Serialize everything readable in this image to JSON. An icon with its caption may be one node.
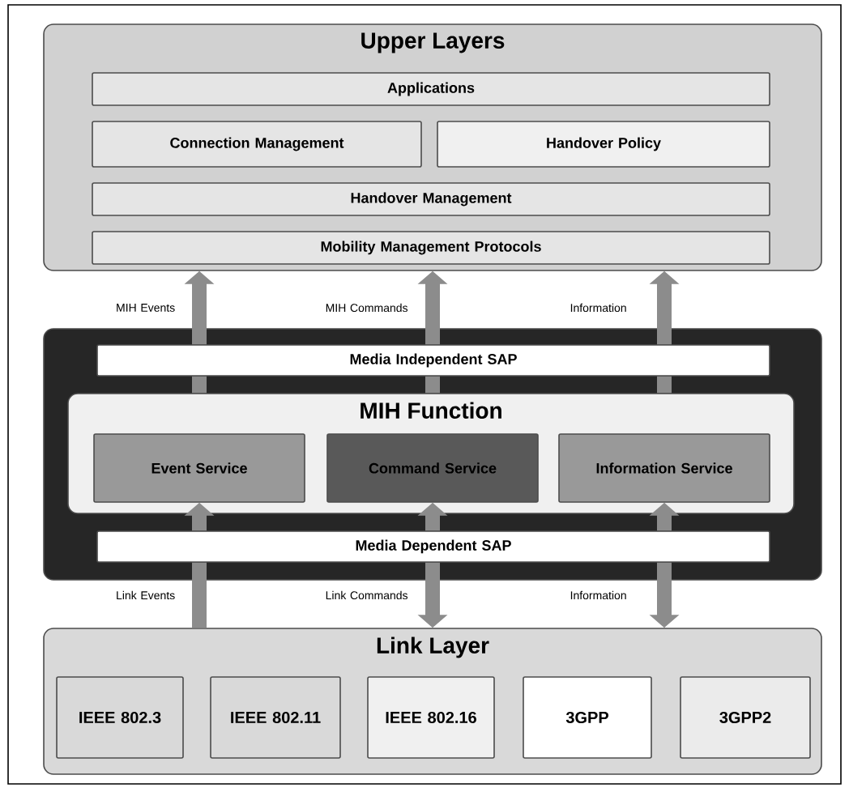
{
  "diagram": {
    "nodes": [
      {
        "text": [
          "Upper Layers"
        ]
      },
      {
        "text": [
          "Applications"
        ],
        "in": 0
      },
      {
        "text": [
          "Connection Management"
        ],
        "in": 0
      },
      {
        "text": [
          "Handover Policy"
        ],
        "in": 0
      },
      {
        "text": [
          "Handover Management"
        ],
        "in": 0
      },
      {
        "text": [
          "Mobility Management Protocols"
        ],
        "in": 0
      },
      {
        "text": [],
        "shape": "box"
      },
      {
        "text": [
          "Media Independent SAP"
        ],
        "in": 6
      },
      {
        "text": [
          "MIH Function"
        ],
        "in": 6
      },
      {
        "text": [
          "Event Service"
        ],
        "in": 8
      },
      {
        "text": [
          "Command Service"
        ],
        "in": 8
      },
      {
        "text": [
          "Information Service"
        ],
        "in": 8
      },
      {
        "text": [
          "Media Dependent SAP"
        ],
        "in": 6
      },
      {
        "text": [
          "Link Layer"
        ]
      },
      {
        "text": [
          "IEEE 802.3"
        ],
        "in": 13
      },
      {
        "text": [
          "IEEE 802.11"
        ],
        "in": 13
      },
      {
        "text": [
          "IEEE 802.16"
        ],
        "in": 13
      },
      {
        "text": [
          "3GPP"
        ],
        "in": 13
      },
      {
        "text": [
          "3GPP2"
        ],
        "in": 13
      }
    ],
    "edges": [
      {
        "from": 7,
        "to": 0,
        "arrow": "to",
        "label": "MIH Events"
      },
      {
        "from": 7,
        "to": 0,
        "arrow": "to",
        "label": "MIH Commands"
      },
      {
        "from": 7,
        "to": 0,
        "arrow": "to",
        "label": "Information"
      },
      {
        "from": 13,
        "to": 12,
        "arrow": "none",
        "label": "Link Events"
      },
      {
        "from": 12,
        "to": 13,
        "arrow": "to",
        "label": "Link Commands"
      },
      {
        "from": 12,
        "to": 13,
        "arrow": "to",
        "label": "Information"
      },
      {
        "from": 8,
        "to": 7,
        "arrow": "none"
      },
      {
        "from": 8,
        "to": 7,
        "arrow": "none"
      },
      {
        "from": 8,
        "to": 7,
        "arrow": "none"
      },
      {
        "from": 12,
        "to": 9,
        "arrow": "to"
      },
      {
        "from": 12,
        "to": 10,
        "arrow": "to"
      },
      {
        "from": 12,
        "to": 11,
        "arrow": "to"
      }
    ]
  }
}
